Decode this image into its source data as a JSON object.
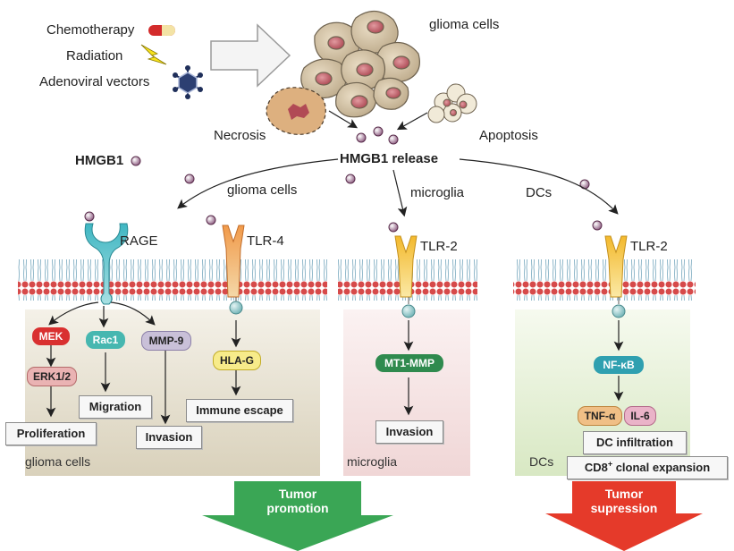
{
  "triggers": {
    "chemotherapy": "Chemotherapy",
    "radiation": "Radiation",
    "adenoviral": "Adenoviral vectors"
  },
  "top": {
    "glioma_cells": "glioma cells",
    "necrosis": "Necrosis",
    "apoptosis": "Apoptosis",
    "hmgb1_legend": "HMGB1",
    "hmgb1_release": "HMGB1 release"
  },
  "branches": {
    "glioma": "glioma cells",
    "microglia": "microglia",
    "dcs": "DCs"
  },
  "receptors": {
    "rage": "RAGE",
    "tlr4": "TLR-4",
    "tlr2_microglia": "TLR-2",
    "tlr2_dcs": "TLR-2"
  },
  "glioma_panel": {
    "mek": "MEK",
    "erk": "ERK1/2",
    "rac1": "Rac1",
    "mmp9": "MMP-9",
    "hlag": "HLA-G",
    "proliferation": "Proliferation",
    "migration": "Migration",
    "invasion": "Invasion",
    "immune_escape": "Immune escape",
    "region": "glioma cells"
  },
  "microglia_panel": {
    "mt1mmp": "MT1-MMP",
    "invasion": "Invasion",
    "region": "microglia"
  },
  "dc_panel": {
    "nfkb": "NF-κB",
    "tnfa": "TNF-α",
    "il6": "IL-6",
    "dc_infiltration": "DC infiltration",
    "cd8_prefix": "CD8",
    "cd8_sup": "+",
    "cd8_suffix": " clonal expansion",
    "region": "DCs"
  },
  "outcomes": {
    "promotion_line1": "Tumor",
    "promotion_line2": "promotion",
    "supression_line1": "Tumor",
    "supression_line2": "supression"
  },
  "colors": {
    "glioma_bg": "#e2dccb",
    "microglia_bg": "#f3dede",
    "dc_bg": "#e1edcf",
    "promotion_arrow": "#3aa655",
    "supression_arrow": "#e53a2a",
    "hmgb1_dot": "#8c5a7f"
  }
}
